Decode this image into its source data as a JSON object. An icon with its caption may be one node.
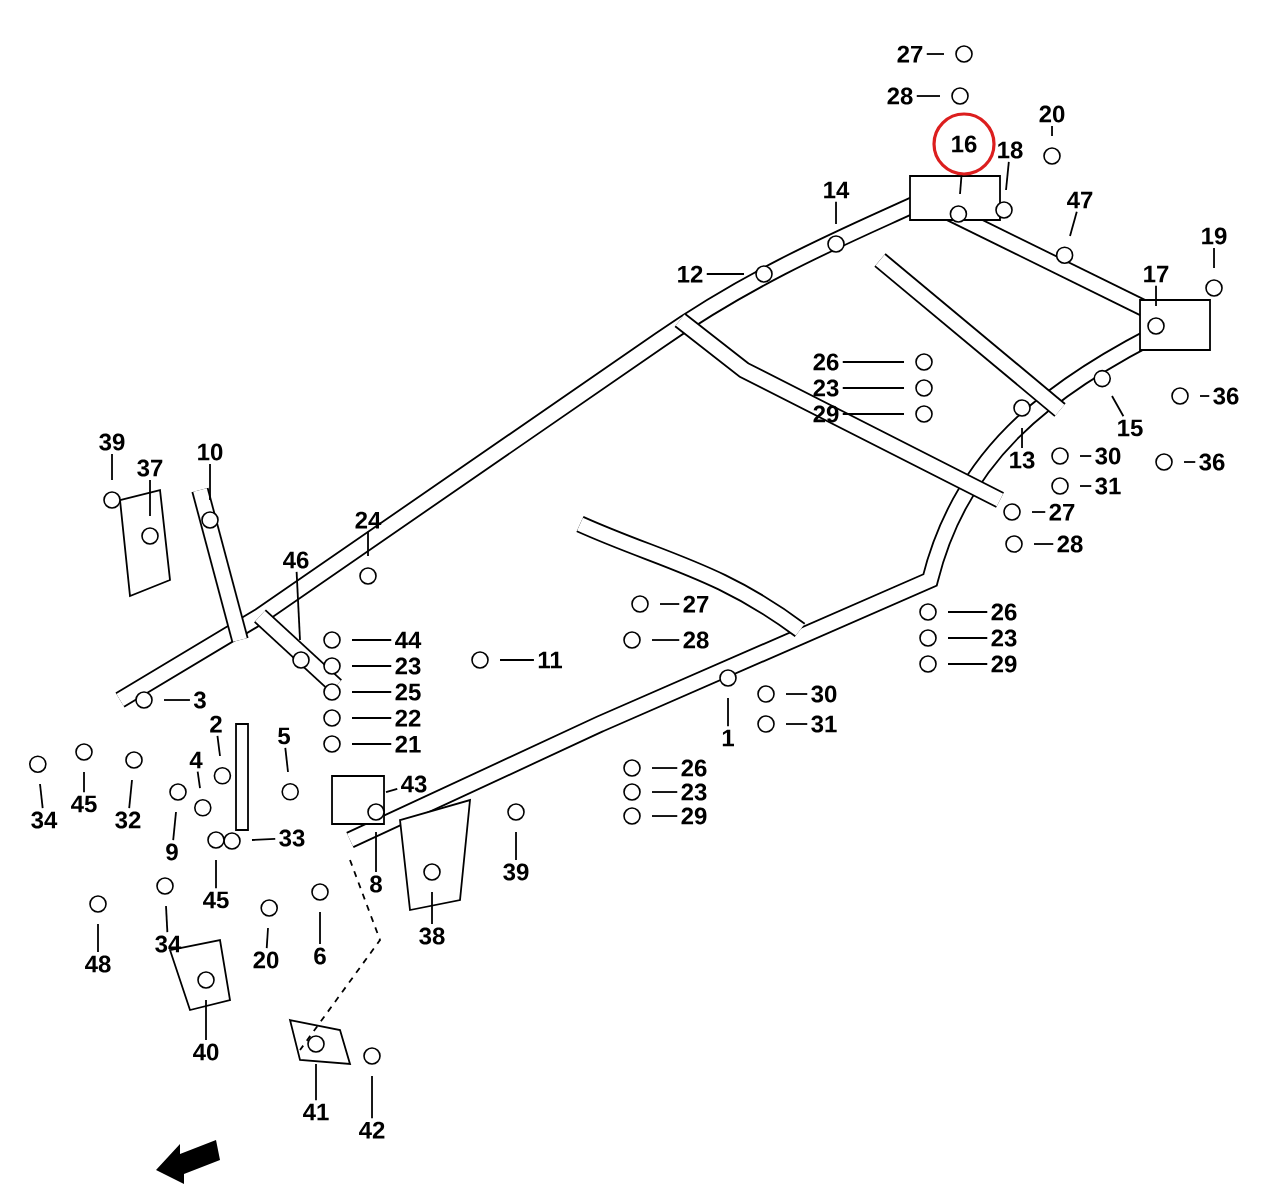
{
  "diagram": {
    "nodes": [
      {
        "text": [
          "27"
        ]
      },
      {
        "text": [
          "28"
        ]
      },
      {
        "text": [
          "16"
        ]
      },
      {
        "text": [
          "18"
        ]
      },
      {
        "text": [
          "20"
        ]
      },
      {
        "text": [
          "47"
        ]
      },
      {
        "text": [
          "14"
        ]
      },
      {
        "text": [
          "12"
        ]
      },
      {
        "text": [
          "17"
        ]
      },
      {
        "text": [
          "19"
        ]
      },
      {
        "text": [
          "26"
        ]
      },
      {
        "text": [
          "23"
        ]
      },
      {
        "text": [
          "29"
        ]
      },
      {
        "text": [
          "36"
        ]
      },
      {
        "text": [
          "15"
        ]
      },
      {
        "text": [
          "30"
        ]
      },
      {
        "text": [
          "13"
        ]
      },
      {
        "text": [
          "31"
        ]
      },
      {
        "text": [
          "36"
        ]
      },
      {
        "text": [
          "27"
        ]
      },
      {
        "text": [
          "28"
        ]
      },
      {
        "text": [
          "27"
        ]
      },
      {
        "text": [
          "28"
        ]
      },
      {
        "text": [
          "26"
        ]
      },
      {
        "text": [
          "23"
        ]
      },
      {
        "text": [
          "29"
        ]
      },
      {
        "text": [
          "30"
        ]
      },
      {
        "text": [
          "31"
        ]
      },
      {
        "text": [
          "1"
        ]
      },
      {
        "text": [
          "26"
        ]
      },
      {
        "text": [
          "23"
        ]
      },
      {
        "text": [
          "29"
        ]
      },
      {
        "text": [
          "39"
        ]
      },
      {
        "text": [
          "37"
        ]
      },
      {
        "text": [
          "10"
        ]
      },
      {
        "text": [
          "46"
        ]
      },
      {
        "text": [
          "24"
        ]
      },
      {
        "text": [
          "44"
        ]
      },
      {
        "text": [
          "23"
        ]
      },
      {
        "text": [
          "25"
        ]
      },
      {
        "text": [
          "22"
        ]
      },
      {
        "text": [
          "21"
        ]
      },
      {
        "text": [
          "11"
        ]
      },
      {
        "text": [
          "3"
        ]
      },
      {
        "text": [
          "2"
        ]
      },
      {
        "text": [
          "5"
        ]
      },
      {
        "text": [
          "43"
        ]
      },
      {
        "text": [
          "4"
        ]
      },
      {
        "text": [
          "34"
        ]
      },
      {
        "text": [
          "45"
        ]
      },
      {
        "text": [
          "32"
        ]
      },
      {
        "text": [
          "9"
        ]
      },
      {
        "text": [
          "33"
        ]
      },
      {
        "text": [
          "8"
        ]
      },
      {
        "text": [
          "39"
        ]
      },
      {
        "text": [
          "34"
        ]
      },
      {
        "text": [
          "45"
        ]
      },
      {
        "text": [
          "48"
        ]
      },
      {
        "text": [
          "20"
        ]
      },
      {
        "text": [
          "6"
        ]
      },
      {
        "text": [
          "38"
        ]
      },
      {
        "text": [
          "40"
        ]
      },
      {
        "text": [
          "41"
        ]
      },
      {
        "text": [
          "42"
        ]
      }
    ],
    "edges": [
      {
        "from": 0,
        "to": null,
        "arrow": "none"
      },
      {
        "from": 1,
        "to": null,
        "arrow": "none"
      },
      {
        "from": 2,
        "to": null,
        "arrow": "none"
      },
      {
        "from": 3,
        "to": null,
        "arrow": "none"
      },
      {
        "from": 4,
        "to": null,
        "arrow": "none"
      },
      {
        "from": 5,
        "to": null,
        "arrow": "none"
      },
      {
        "from": 6,
        "to": null,
        "arrow": "none"
      },
      {
        "from": 7,
        "to": null,
        "arrow": "none"
      },
      {
        "from": 8,
        "to": null,
        "arrow": "none"
      },
      {
        "from": 9,
        "to": null,
        "arrow": "none"
      },
      {
        "from": 10,
        "to": null,
        "arrow": "none"
      },
      {
        "from": 11,
        "to": null,
        "arrow": "none"
      },
      {
        "from": 12,
        "to": null,
        "arrow": "none"
      },
      {
        "from": 13,
        "to": null,
        "arrow": "none"
      },
      {
        "from": 14,
        "to": null,
        "arrow": "none"
      },
      {
        "from": 15,
        "to": null,
        "arrow": "none"
      },
      {
        "from": 16,
        "to": null,
        "arrow": "none"
      },
      {
        "from": 17,
        "to": null,
        "arrow": "none"
      },
      {
        "from": 18,
        "to": null,
        "arrow": "none"
      },
      {
        "from": 19,
        "to": null,
        "arrow": "none"
      },
      {
        "from": 20,
        "to": null,
        "arrow": "none"
      },
      {
        "from": 21,
        "to": null,
        "arrow": "none"
      },
      {
        "from": 22,
        "to": null,
        "arrow": "none"
      },
      {
        "from": 23,
        "to": null,
        "arrow": "none"
      },
      {
        "from": 24,
        "to": null,
        "arrow": "none"
      },
      {
        "from": 25,
        "to": null,
        "arrow": "none"
      },
      {
        "from": 26,
        "to": null,
        "arrow": "none"
      },
      {
        "from": 27,
        "to": null,
        "arrow": "none"
      },
      {
        "from": 28,
        "to": null,
        "arrow": "none"
      },
      {
        "from": 29,
        "to": null,
        "arrow": "none"
      },
      {
        "from": 30,
        "to": null,
        "arrow": "none"
      },
      {
        "from": 31,
        "to": null,
        "arrow": "none"
      },
      {
        "from": 32,
        "to": null,
        "arrow": "none"
      },
      {
        "from": 33,
        "to": null,
        "arrow": "none"
      },
      {
        "from": 34,
        "to": null,
        "arrow": "none"
      },
      {
        "from": 35,
        "to": null,
        "arrow": "none"
      },
      {
        "from": 36,
        "to": null,
        "arrow": "none"
      },
      {
        "from": 37,
        "to": null,
        "arrow": "none"
      },
      {
        "from": 38,
        "to": null,
        "arrow": "none"
      },
      {
        "from": 39,
        "to": null,
        "arrow": "none"
      },
      {
        "from": 40,
        "to": null,
        "arrow": "none"
      },
      {
        "from": 41,
        "to": null,
        "arrow": "none"
      },
      {
        "from": 42,
        "to": null,
        "arrow": "none"
      },
      {
        "from": 43,
        "to": null,
        "arrow": "none"
      },
      {
        "from": 44,
        "to": null,
        "arrow": "none"
      },
      {
        "from": 45,
        "to": null,
        "arrow": "none"
      },
      {
        "from": 46,
        "to": null,
        "arrow": "none"
      },
      {
        "from": 47,
        "to": null,
        "arrow": "none"
      },
      {
        "from": 48,
        "to": null,
        "arrow": "none"
      },
      {
        "from": 49,
        "to": null,
        "arrow": "none"
      },
      {
        "from": 50,
        "to": null,
        "arrow": "none"
      },
      {
        "from": 51,
        "to": null,
        "arrow": "none"
      },
      {
        "from": 52,
        "to": null,
        "arrow": "none"
      },
      {
        "from": 53,
        "to": null,
        "arrow": "none"
      },
      {
        "from": 54,
        "to": null,
        "arrow": "none"
      },
      {
        "from": 55,
        "to": null,
        "arrow": "none"
      },
      {
        "from": 56,
        "to": null,
        "arrow": "none"
      },
      {
        "from": 57,
        "to": null,
        "arrow": "none"
      },
      {
        "from": 58,
        "to": null,
        "arrow": "none"
      },
      {
        "from": 59,
        "to": null,
        "arrow": "none"
      },
      {
        "from": 60,
        "to": null,
        "arrow": "none"
      },
      {
        "from": 61,
        "to": null,
        "arrow": "none"
      },
      {
        "from": 62,
        "to": null,
        "arrow": "none"
      },
      {
        "from": 63,
        "to": null,
        "arrow": "none"
      }
    ]
  }
}
